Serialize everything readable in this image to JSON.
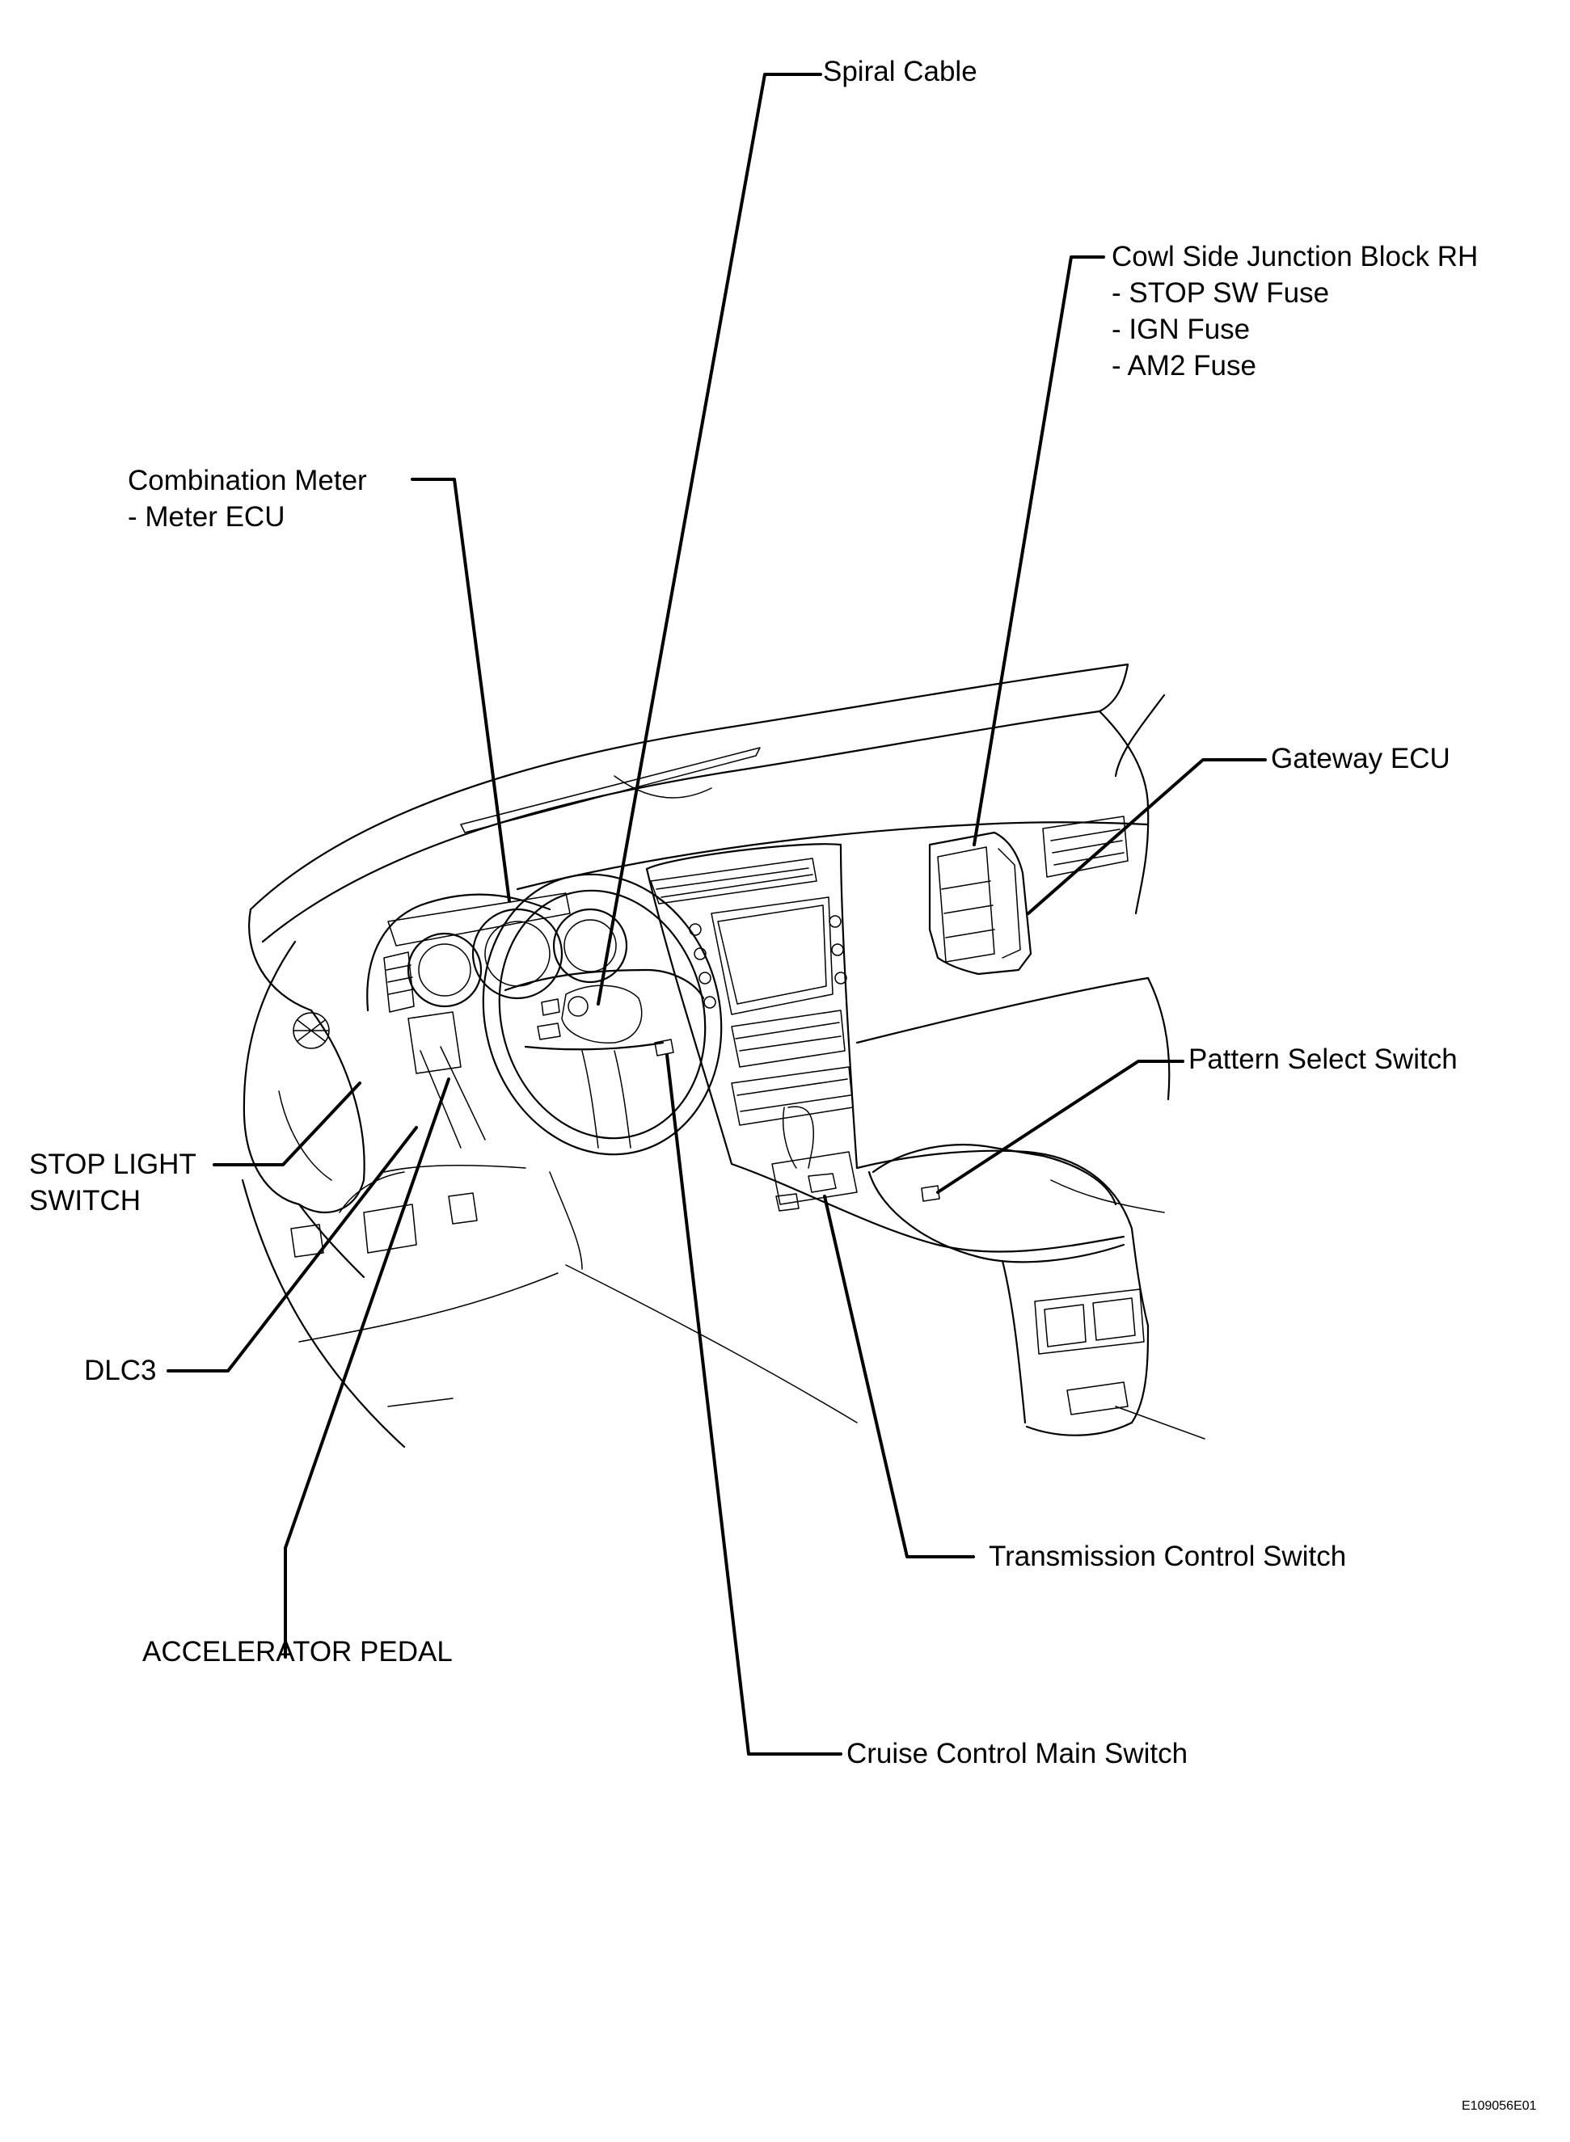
{
  "labels": {
    "spiral_cable": "Spiral Cable",
    "cowl_side_junction_block": {
      "title": "Cowl Side Junction Block RH",
      "items": [
        "- STOP SW Fuse",
        "- IGN Fuse",
        "- AM2 Fuse"
      ]
    },
    "combination_meter": {
      "title": "Combination Meter",
      "items": [
        "- Meter ECU"
      ]
    },
    "gateway_ecu": "Gateway ECU",
    "pattern_select_switch": "Pattern Select Switch",
    "stop_light_switch": [
      "STOP LIGHT",
      "SWITCH"
    ],
    "dlc3": "DLC3",
    "transmission_control_switch": "Transmission Control Switch",
    "accelerator_pedal": "ACCELERATOR PEDAL",
    "cruise_control_main_switch": "Cruise Control Main Switch"
  },
  "figure_code": "E109056E01"
}
